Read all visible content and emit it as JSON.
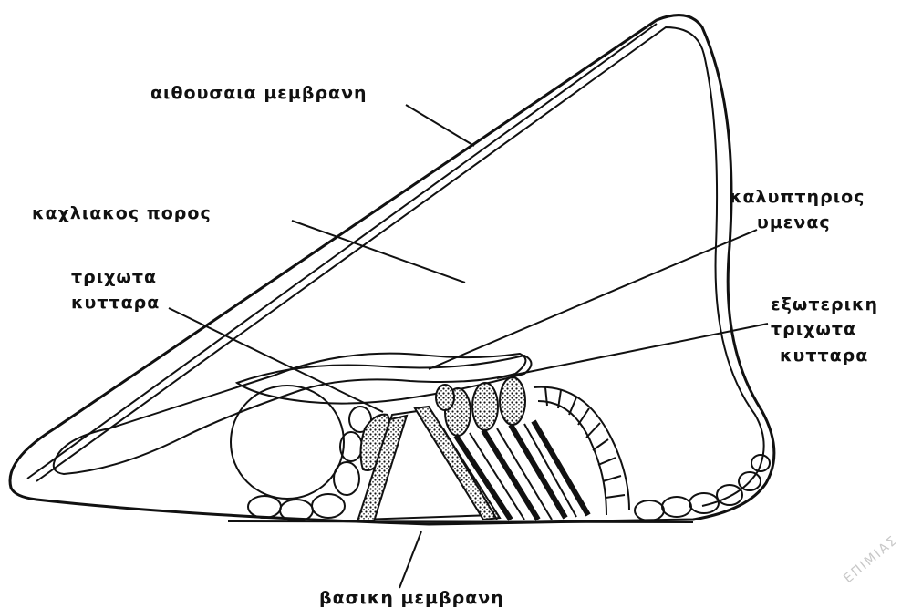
{
  "labels": {
    "reissner": "αιθουσαια μεμβρανη",
    "duct": "καχλιακος πορος",
    "tectorial_line1": "καλυπτηριος",
    "tectorial_line2": "υμενας",
    "inner_hair_line1": "τριχωτα",
    "inner_hair_line2": "κυτταρα",
    "outer_hair_line1": "εξωτερικη",
    "outer_hair_line2": "τριχωτα",
    "outer_hair_line3": "κυτταρα",
    "basilar": "βασικη μεμβρανη"
  },
  "watermark": "ΕΠΙΜΙΑΣ",
  "colors": {
    "ink": "#111111",
    "background": "#ffffff"
  }
}
